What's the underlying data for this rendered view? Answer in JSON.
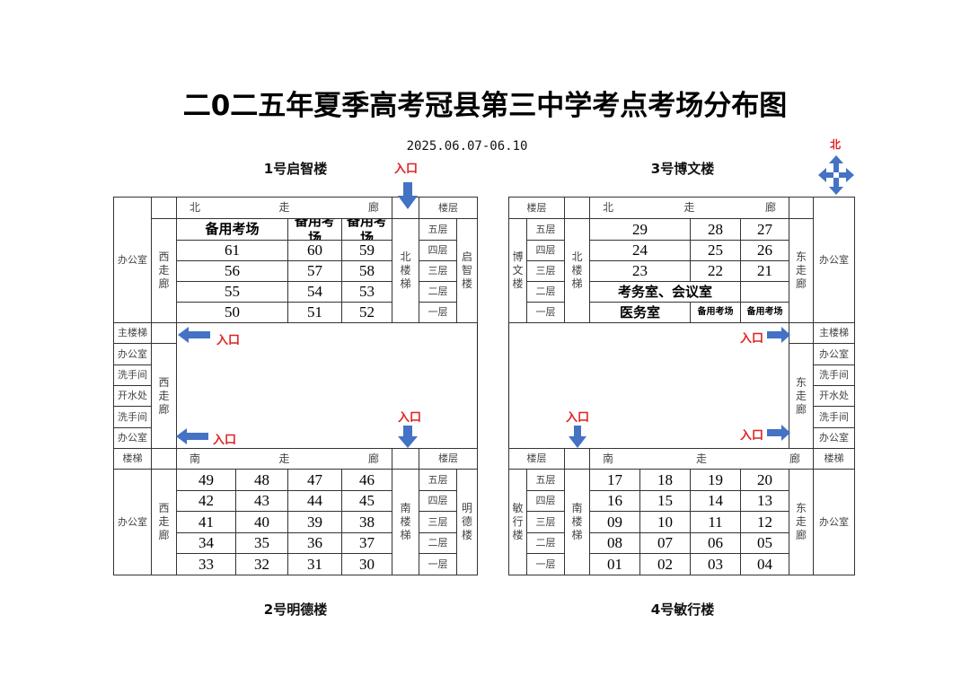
{
  "title": "二0二五年夏季高考冠县第三中学考点考场分布图",
  "date": "2025.06.07-06.10",
  "compass_label": "北",
  "entrance_label": "入口",
  "colors": {
    "arrow": "#4472c4",
    "entrance": "#e02020"
  },
  "buildings": {
    "b1": {
      "caption": "1号启智楼",
      "office": "办公室",
      "west_corridor": "西走廊",
      "corridor": [
        "北",
        "走",
        "廊"
      ],
      "floor_header": "楼层",
      "stair": "北楼梯",
      "name": "启智楼",
      "floors": [
        "五层",
        "四层",
        "三层",
        "二层",
        "一层"
      ],
      "rooms": [
        [
          "备用考场",
          "备用考场",
          "备用考场"
        ],
        [
          "61",
          "60",
          "59"
        ],
        [
          "56",
          "57",
          "58"
        ],
        [
          "55",
          "54",
          "53"
        ],
        [
          "50",
          "51",
          "52"
        ]
      ]
    },
    "left_middle": {
      "items": [
        "主楼梯",
        "办公室",
        "洗手间",
        "开水处",
        "洗手间",
        "办公室"
      ],
      "west_corridor": "西走廊"
    },
    "b2": {
      "caption": "2号明德楼",
      "stair_label": "楼梯",
      "office": "办公室",
      "west_corridor": "西走廊",
      "corridor": [
        "南",
        "走",
        "廊"
      ],
      "floor_header": "楼层",
      "stair": "南楼梯",
      "name": "明德楼",
      "floors": [
        "五层",
        "四层",
        "三层",
        "二层",
        "一层"
      ],
      "rooms": [
        [
          "49",
          "48",
          "47",
          "46"
        ],
        [
          "42",
          "43",
          "44",
          "45"
        ],
        [
          "41",
          "40",
          "39",
          "38"
        ],
        [
          "34",
          "35",
          "36",
          "37"
        ],
        [
          "33",
          "32",
          "31",
          "30"
        ]
      ]
    },
    "b3": {
      "caption": "3号博文楼",
      "floor_header": "楼层",
      "corridor": [
        "北",
        "走",
        "廊"
      ],
      "office": "办公室",
      "name": "博文楼",
      "stair": "北楼梯",
      "east_corridor": "东走廊",
      "floors": [
        "五层",
        "四层",
        "三层",
        "二层",
        "一层"
      ],
      "rooms": [
        [
          "29",
          "28",
          "27"
        ],
        [
          "24",
          "25",
          "26"
        ],
        [
          "23",
          "22",
          "21"
        ]
      ],
      "floor2": "考务室、会议室",
      "floor1": [
        "医务室",
        "备用考场",
        "备用考场"
      ]
    },
    "right_middle": {
      "items": [
        "主楼梯",
        "办公室",
        "洗手间",
        "开水处",
        "洗手间",
        "办公室"
      ],
      "east_corridor": "东走廊"
    },
    "b4": {
      "caption": "4号敏行楼",
      "floor_header": "楼层",
      "corridor": [
        "南",
        "走",
        "廊"
      ],
      "stair_label": "楼梯",
      "name": "敏行楼",
      "stair": "南楼梯",
      "east_corridor": "东走廊",
      "office": "办公室",
      "floors": [
        "五层",
        "四层",
        "三层",
        "二层",
        "一层"
      ],
      "rooms": [
        [
          "17",
          "18",
          "19",
          "20"
        ],
        [
          "16",
          "15",
          "14",
          "13"
        ],
        [
          "09",
          "10",
          "11",
          "12"
        ],
        [
          "08",
          "07",
          "06",
          "05"
        ],
        [
          "01",
          "02",
          "03",
          "04"
        ]
      ]
    }
  }
}
